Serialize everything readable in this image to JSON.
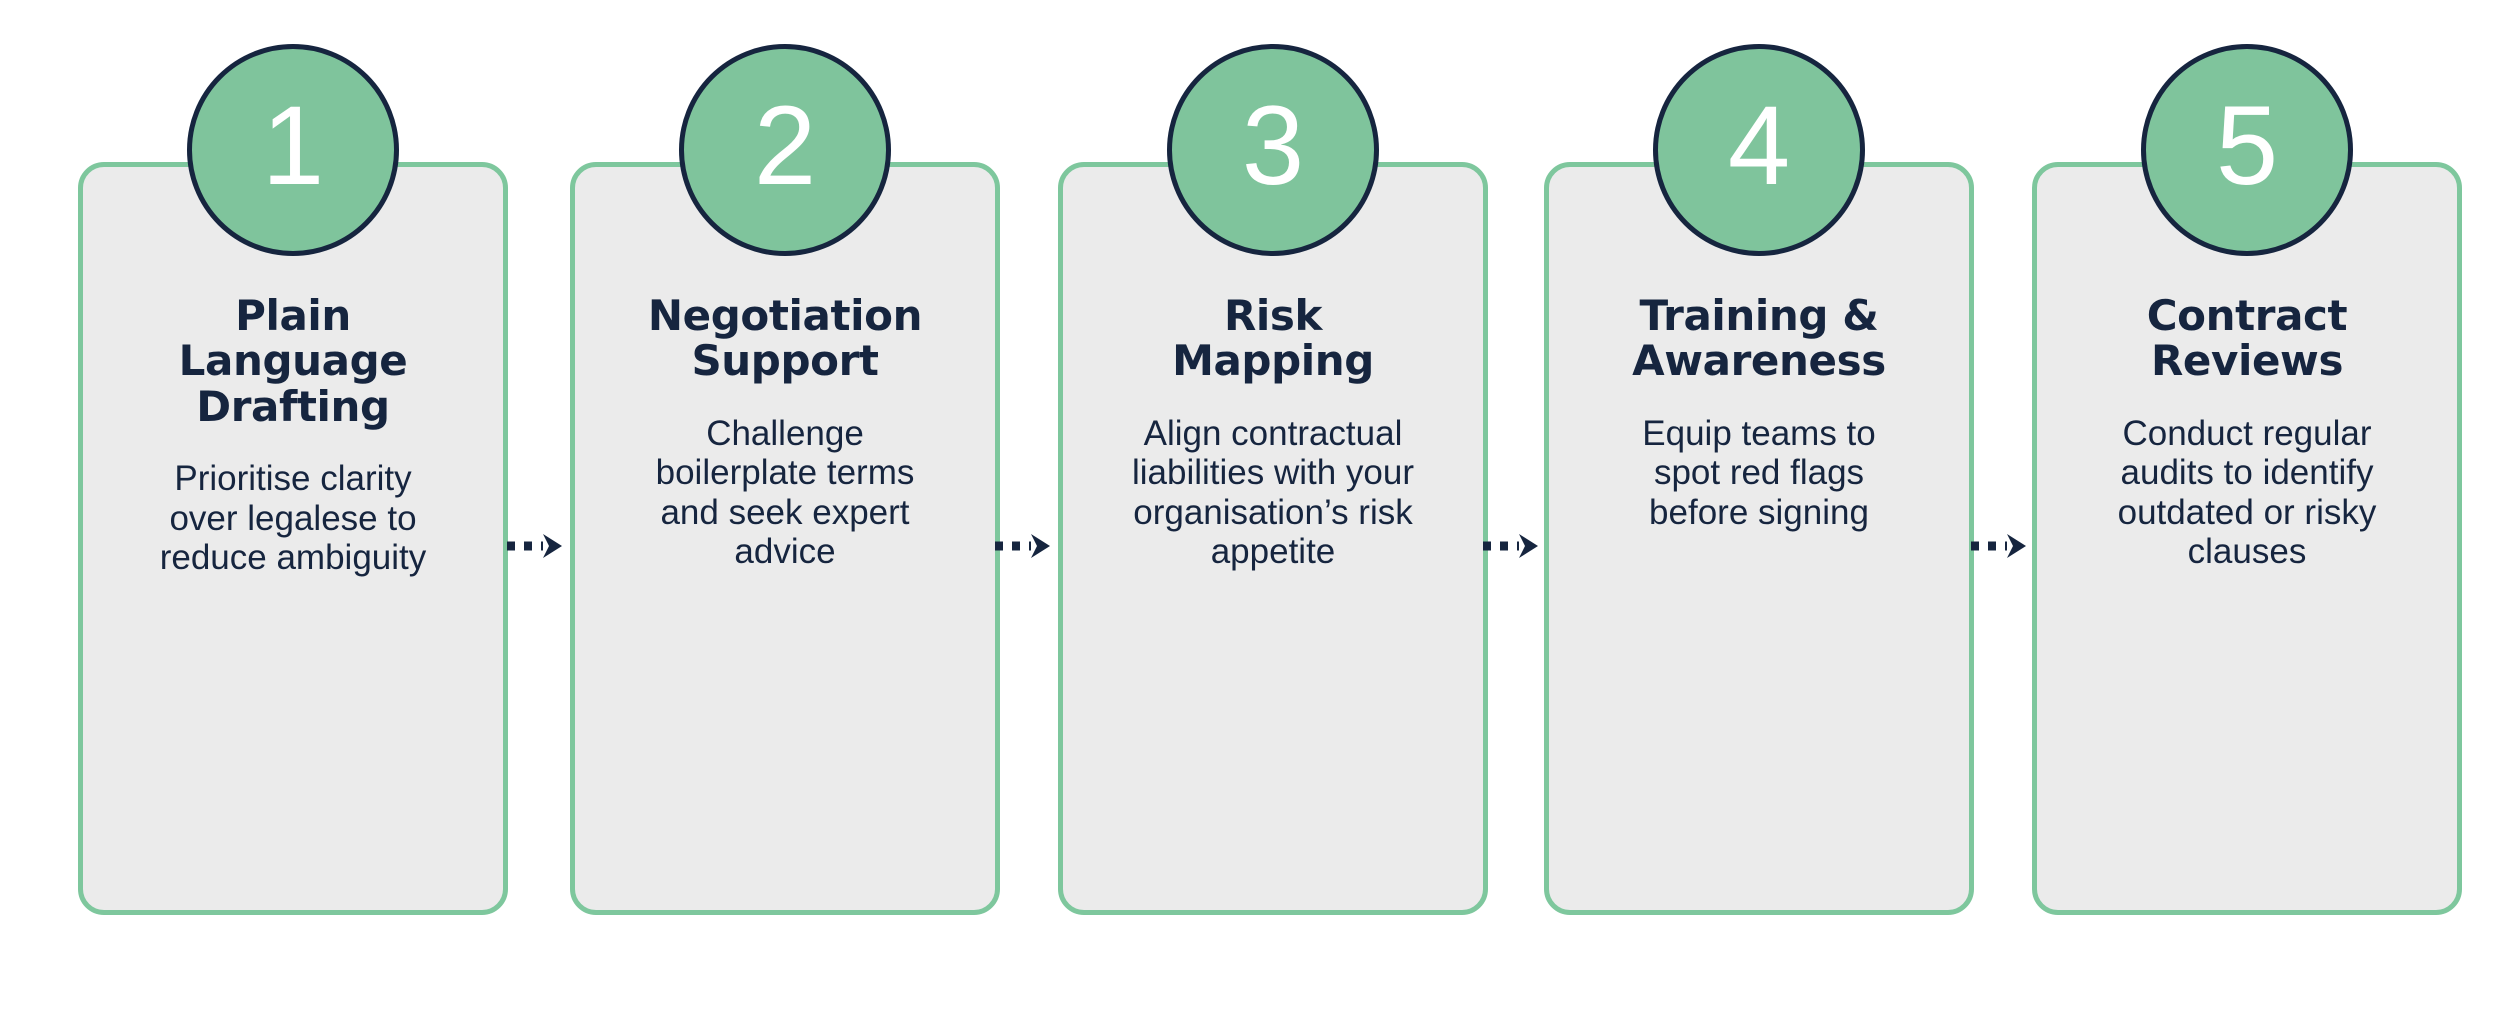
{
  "colors": {
    "circle_fill": "#7fc49c",
    "circle_border": "#16253f",
    "card_fill": "#ebebeb",
    "card_border": "#7ec79d",
    "text": "#16253f",
    "number_text": "#ffffff",
    "arrow": "#16253f",
    "background": "#ffffff"
  },
  "diagram": {
    "type": "horizontal-process-flow",
    "step_count": 5,
    "connector_style": "dotted-arrow"
  },
  "steps": [
    {
      "number": "1",
      "title": "Plain Language\nDrafting",
      "body": "Prioritise clarity over legalese to reduce ambiguity"
    },
    {
      "number": "2",
      "title": "Negotiation\nSupport",
      "body": "Challenge boilerplate terms and seek expert advice"
    },
    {
      "number": "3",
      "title": "Risk\nMapping",
      "body": "Align contractual liabilities with your organisation’s risk appetite"
    },
    {
      "number": "4",
      "title": "Training &\nAwareness",
      "body": "Equip teams to spot red flags before signing"
    },
    {
      "number": "5",
      "title": "Contract\nReviews",
      "body": "Conduct regular audits to identify outdated or risky clauses"
    }
  ],
  "connectors": [
    {
      "from": "1",
      "to": "2",
      "icon": "dotted-arrow-right-icon"
    },
    {
      "from": "2",
      "to": "3",
      "icon": "dotted-arrow-right-icon"
    },
    {
      "from": "3",
      "to": "4",
      "icon": "dotted-arrow-right-icon"
    },
    {
      "from": "4",
      "to": "5",
      "icon": "dotted-arrow-right-icon"
    }
  ]
}
